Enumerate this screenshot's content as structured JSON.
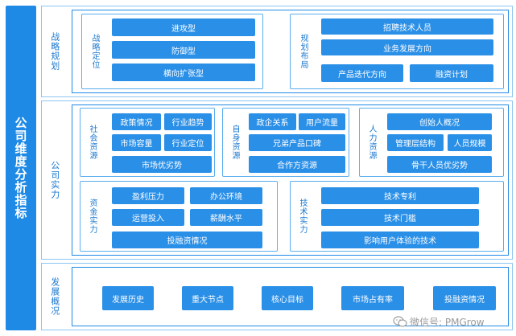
{
  "main_title": "公司维度分析指标",
  "sections": {
    "strategy": {
      "label": "战略规划",
      "left": {
        "label": "战略定位",
        "items": [
          "进攻型",
          "防御型",
          "横向扩张型"
        ]
      },
      "right": {
        "label": "规划布局",
        "items": [
          "招聘技术人员",
          "业务发展方向",
          "产品迭代方向",
          "融资计划"
        ]
      }
    },
    "strength": {
      "label": "公司实力",
      "social": {
        "label": "社会资源",
        "items": [
          "政策情况",
          "行业趋势",
          "市场容量",
          "行业定位",
          "市场优劣势"
        ]
      },
      "own": {
        "label": "自身资源",
        "items": [
          "政企关系",
          "用户流量",
          "兄弟产品口碑",
          "合作方资源"
        ]
      },
      "hr": {
        "label": "人力资源",
        "items": [
          "创始人概况",
          "管理层结构",
          "人员规模",
          "骨干人员优劣势"
        ]
      },
      "capital": {
        "label": "资金实力",
        "items": [
          "盈利压力",
          "办公环境",
          "运营投入",
          "薪酬水平",
          "投融资情况"
        ]
      },
      "tech": {
        "label": "技术实力",
        "items": [
          "技术专利",
          "技术门槛",
          "影响用户体验的技术"
        ]
      }
    },
    "development": {
      "label": "发展概况",
      "items": [
        "发展历史",
        "重大节点",
        "核心目标",
        "市场占有率",
        "投融资情况"
      ]
    }
  },
  "watermark": {
    "icon": "wechat-icon",
    "text": "微信号: PMGrow"
  }
}
